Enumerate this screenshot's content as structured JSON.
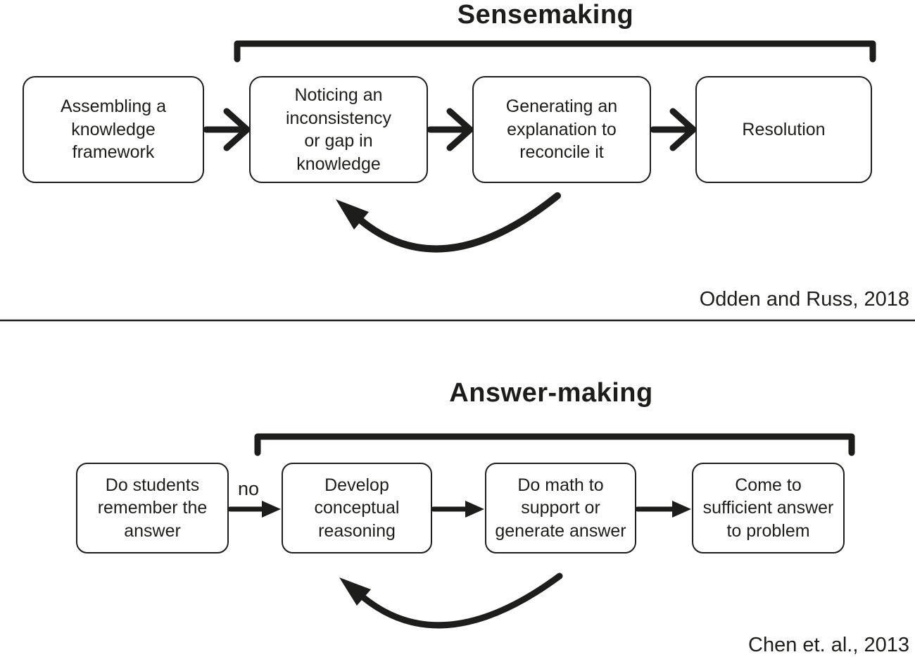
{
  "colors": {
    "ink": "#1d1d1b",
    "background": "#ffffff"
  },
  "sections": [
    {
      "title": "Sensemaking",
      "attribution": "Odden and Russ, 2018",
      "boxes": [
        {
          "label": "Assembling a\nknowledge\nframework"
        },
        {
          "label": "Noticing an\ninconsistency\nor gap in\nknowledge"
        },
        {
          "label": "Generating an\nexplanation to\nreconcile it"
        },
        {
          "label": "Resolution"
        }
      ]
    },
    {
      "title": "Answer-making",
      "attribution": "Chen et. al., 2013",
      "arrow_label": "no",
      "boxes": [
        {
          "label": "Do students\nremember the\nanswer"
        },
        {
          "label": "Develop\nconceptual\nreasoning"
        },
        {
          "label": "Do math to\nsupport or\ngenerate answer"
        },
        {
          "label": "Come to\nsufficient answer\nto problem"
        }
      ]
    }
  ]
}
